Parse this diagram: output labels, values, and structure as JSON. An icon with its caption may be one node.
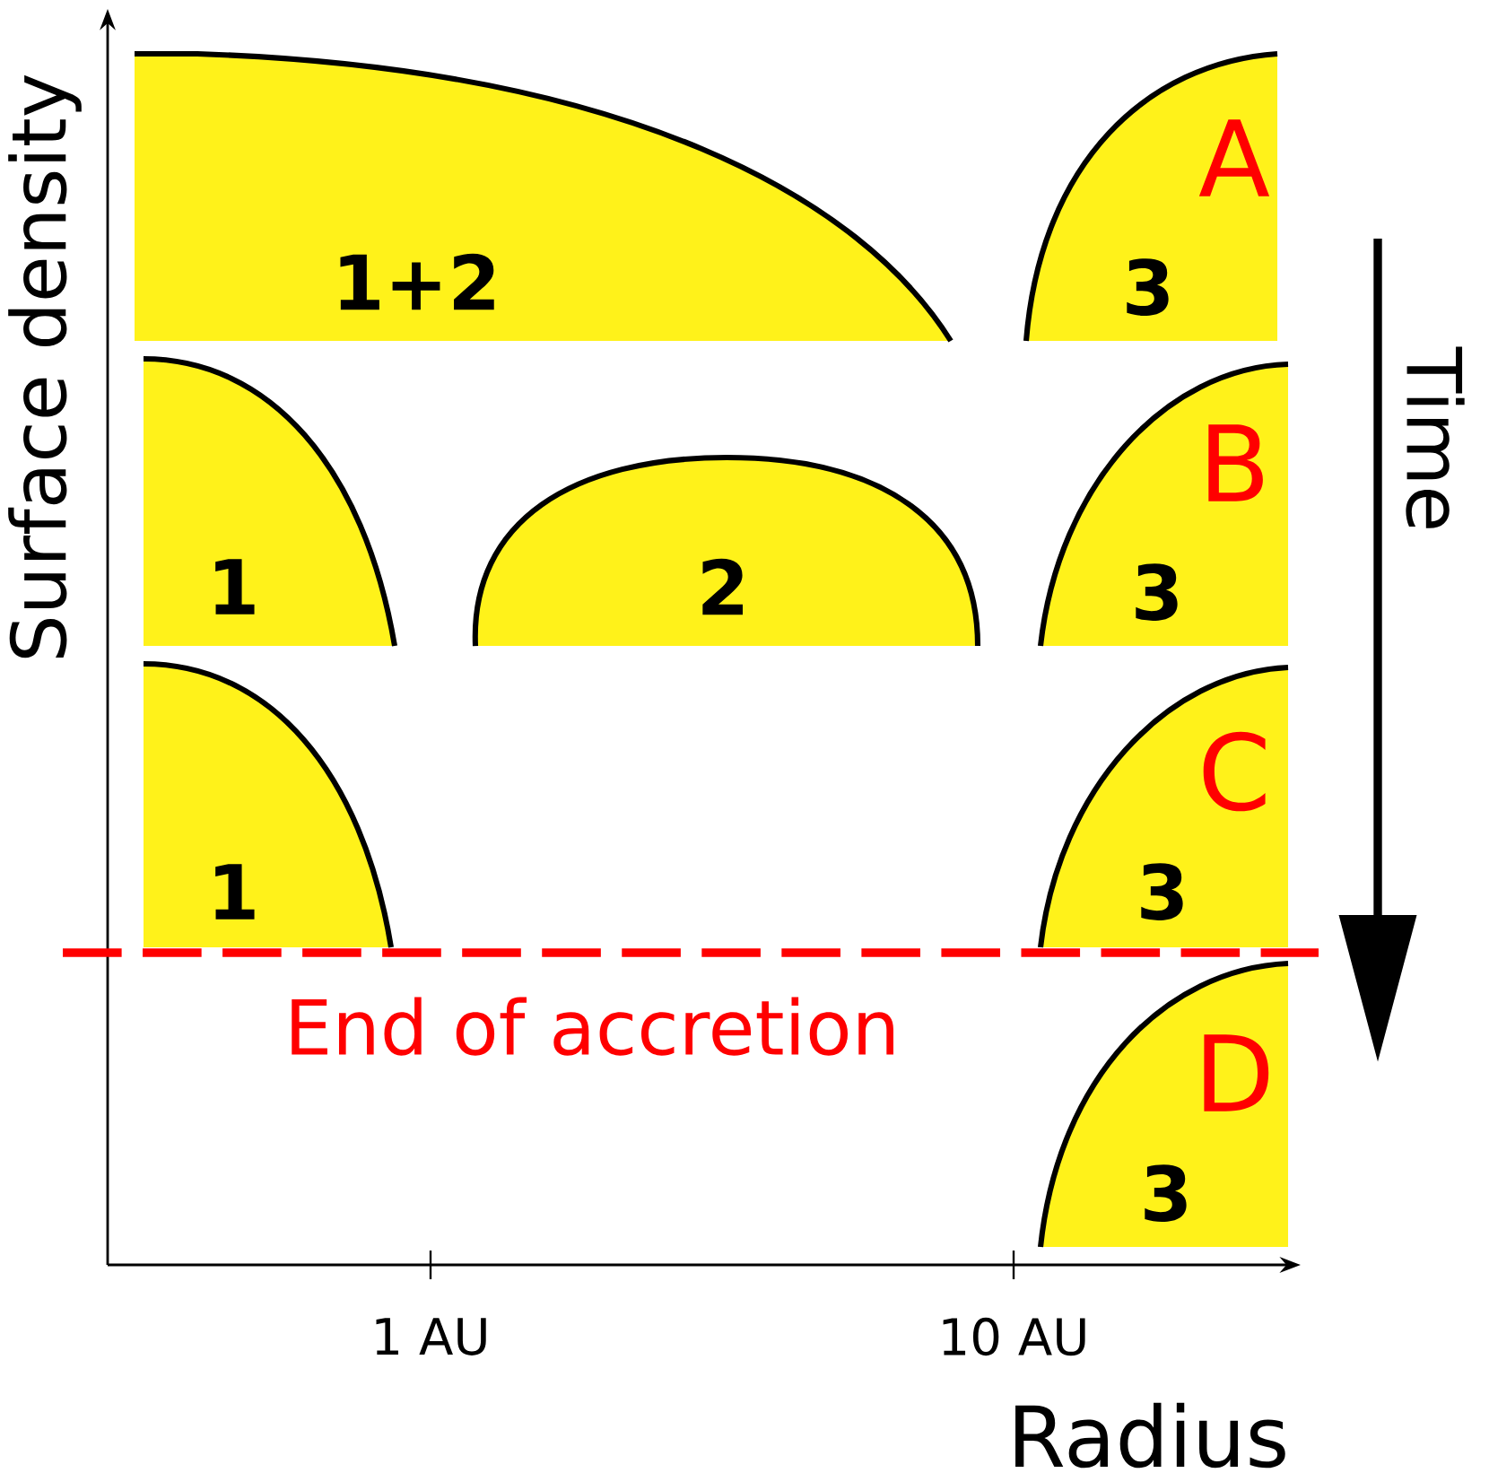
{
  "diagram": {
    "nodes": [
      {
        "text": [
          "1+2"
        ]
      },
      {
        "text": [
          "3"
        ]
      },
      {
        "text": [
          "1"
        ]
      },
      {
        "text": [
          "2"
        ]
      },
      {
        "text": [
          "3"
        ]
      },
      {
        "text": [
          "1"
        ]
      },
      {
        "text": [
          "3"
        ]
      },
      {
        "text": [
          "3"
        ]
      }
    ],
    "labels": [
      "Surface density",
      "A",
      "Time",
      "B",
      "C",
      "End of accretion",
      "D",
      "1 AU",
      "10 AU",
      "Radius"
    ]
  }
}
